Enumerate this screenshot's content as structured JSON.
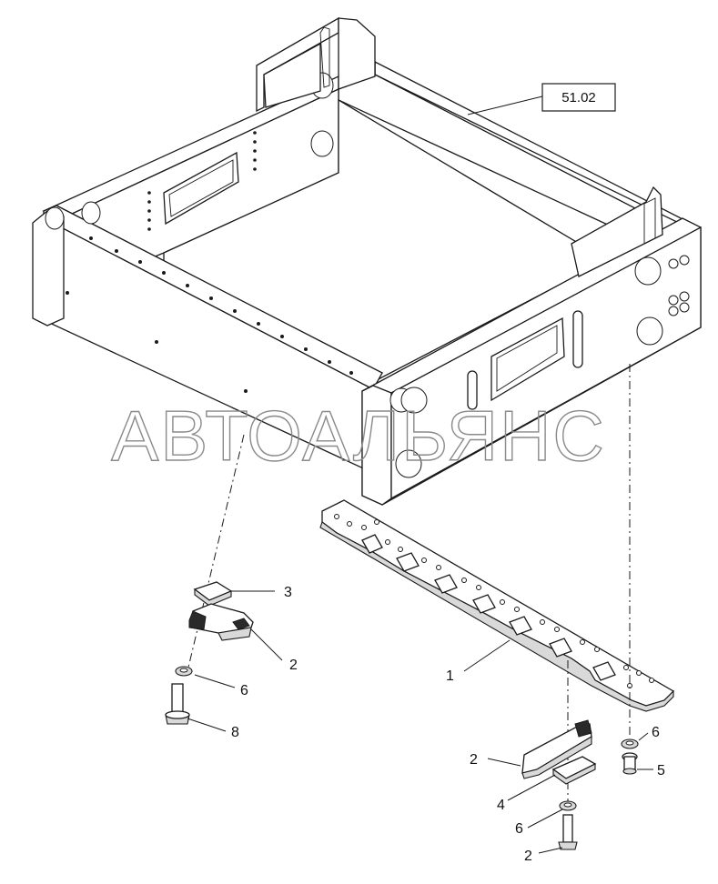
{
  "reference_box": {
    "label": "51.02"
  },
  "watermark": {
    "text": "АВТОАЛЬЯНС"
  },
  "callouts": [
    {
      "id": "c3",
      "label": "3"
    },
    {
      "id": "c2a",
      "label": "2"
    },
    {
      "id": "c6a",
      "label": "6"
    },
    {
      "id": "c8",
      "label": "8"
    },
    {
      "id": "c1",
      "label": "1"
    },
    {
      "id": "c6b",
      "label": "6"
    },
    {
      "id": "c5",
      "label": "5"
    },
    {
      "id": "c2b",
      "label": "2"
    },
    {
      "id": "c4",
      "label": "4"
    },
    {
      "id": "c6c",
      "label": "6"
    },
    {
      "id": "c2c",
      "label": "2"
    }
  ]
}
